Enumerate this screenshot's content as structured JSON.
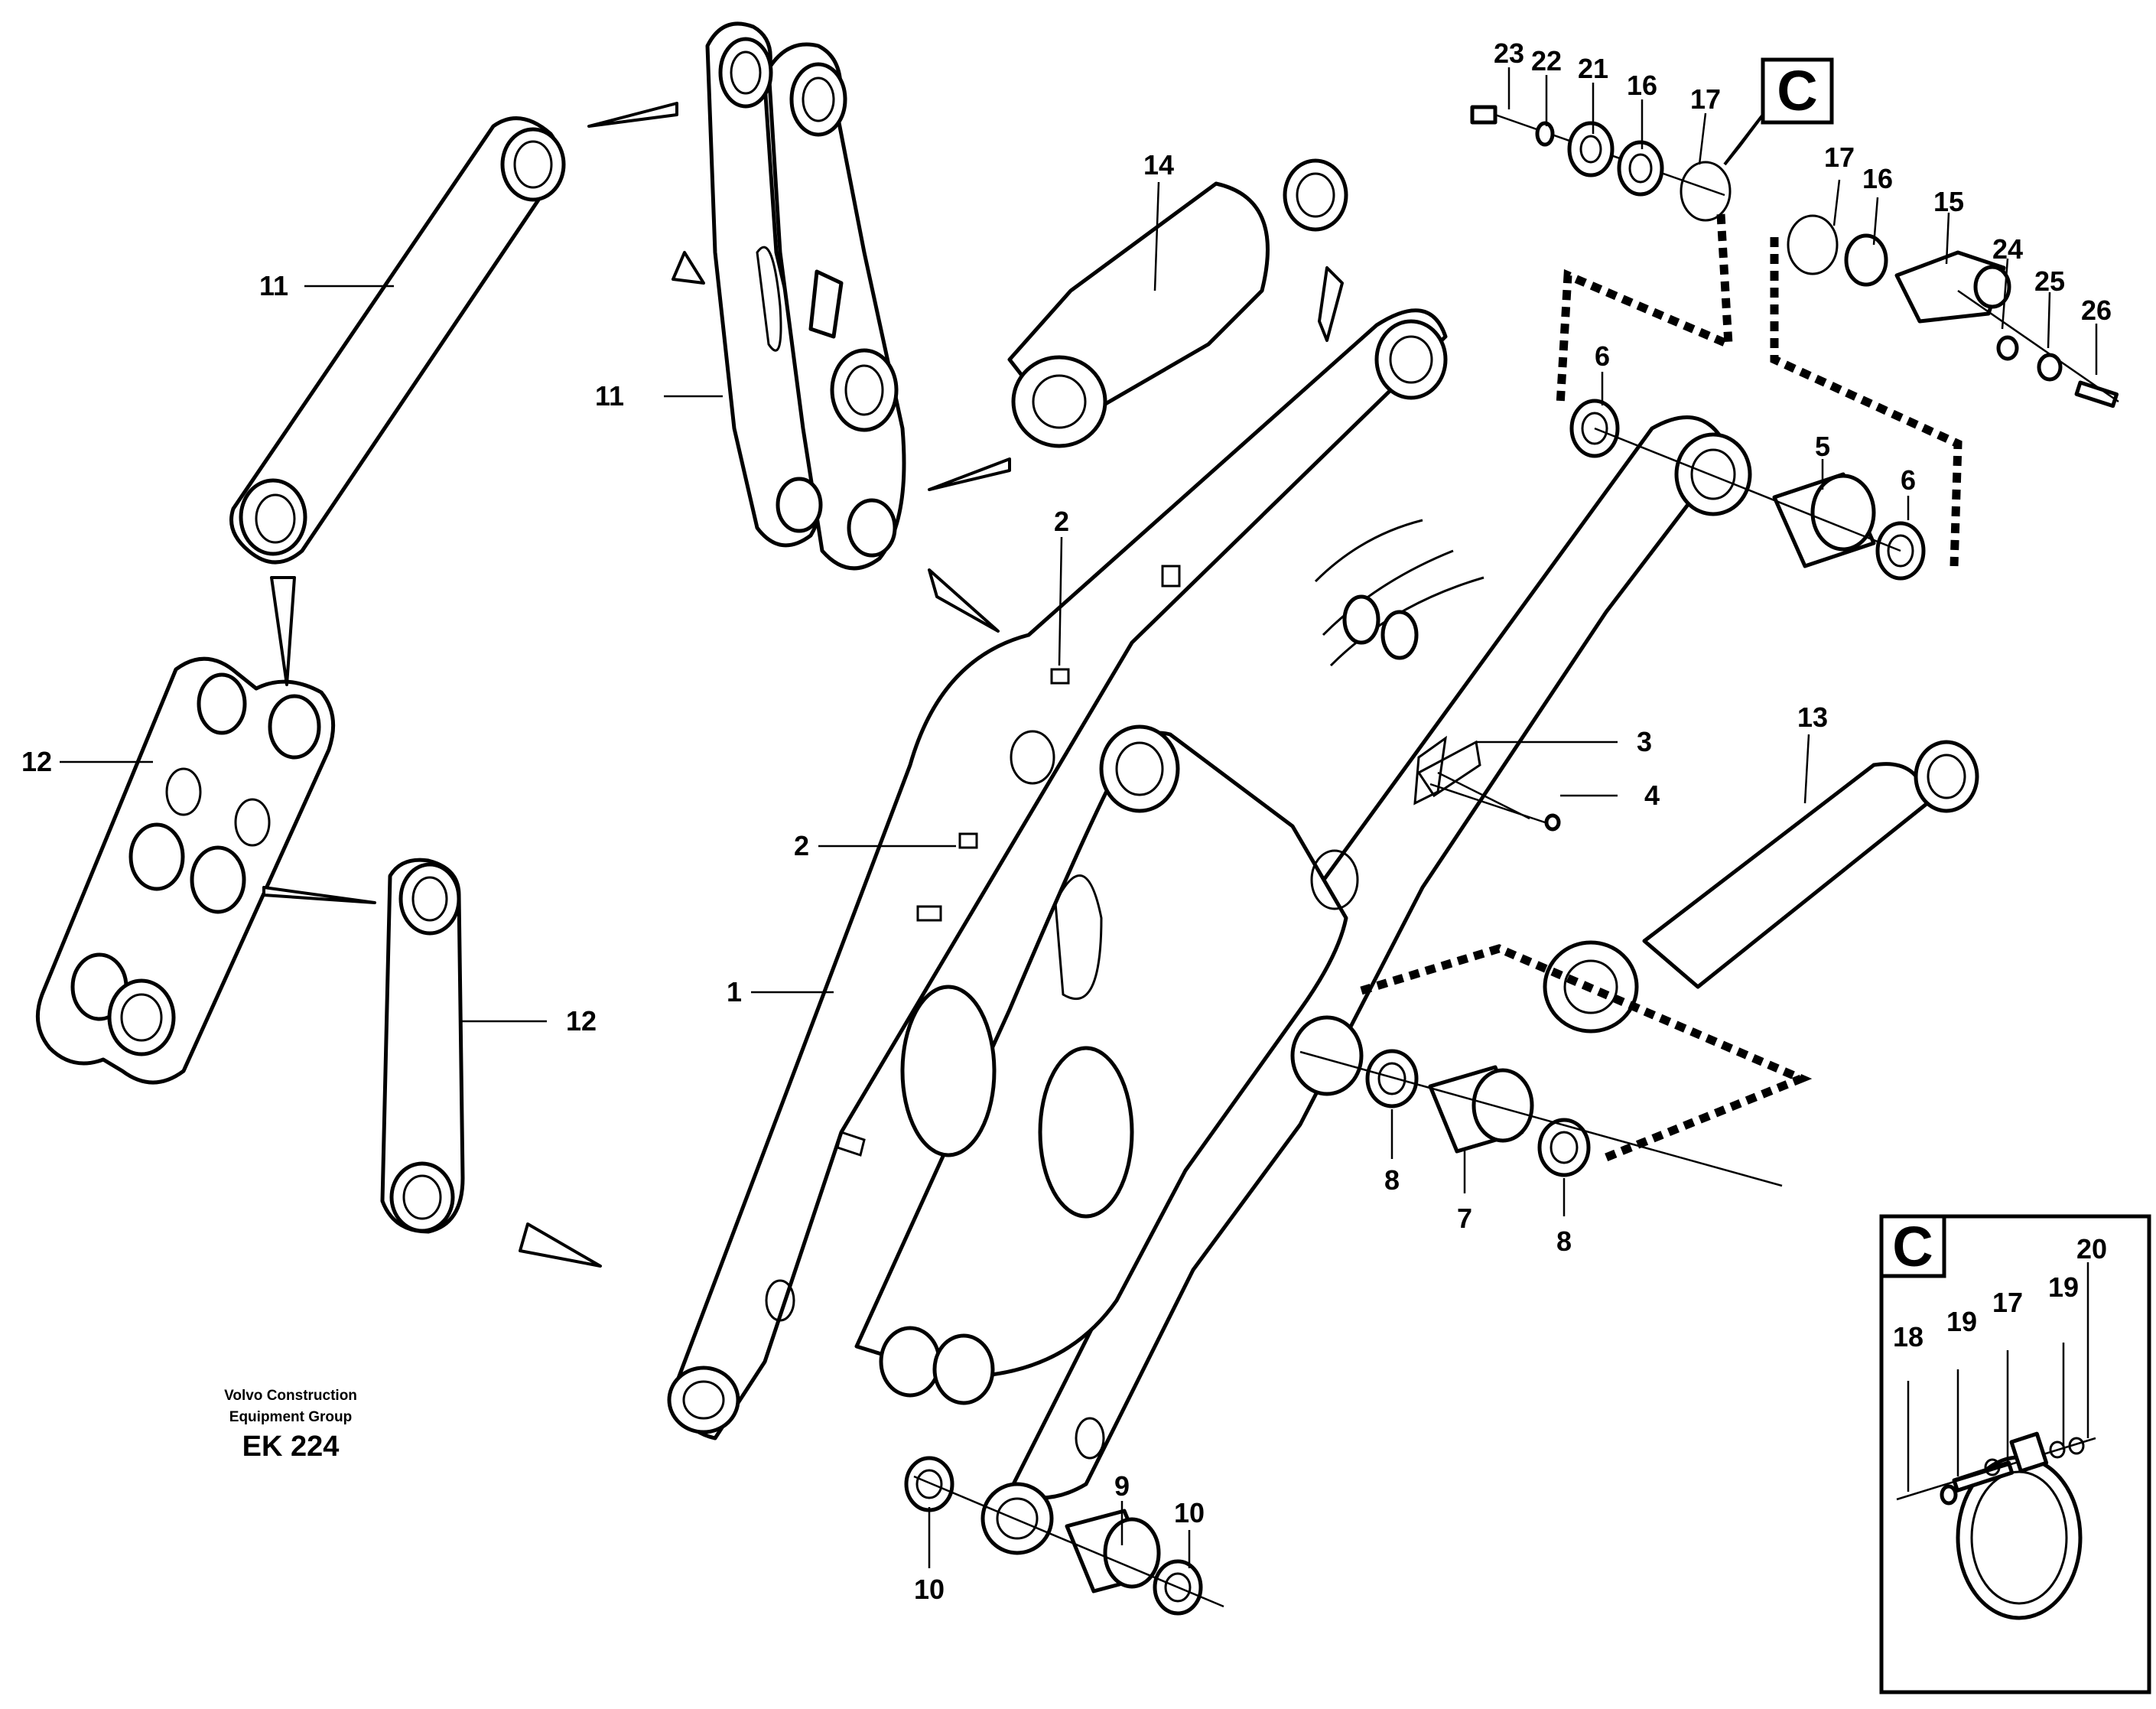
{
  "detail_marker": {
    "letter": "C"
  },
  "detail_box": {
    "letter": "C"
  },
  "footer": {
    "company_line1": "Volvo Construction",
    "company_line2": "Equipment Group",
    "code": "EK 224"
  },
  "callouts": [
    {
      "n": "23"
    },
    {
      "n": "22"
    },
    {
      "n": "21"
    },
    {
      "n": "16"
    },
    {
      "n": "17"
    },
    {
      "n": "17"
    },
    {
      "n": "16"
    },
    {
      "n": "15"
    },
    {
      "n": "24"
    },
    {
      "n": "25"
    },
    {
      "n": "26"
    },
    {
      "n": "14"
    },
    {
      "n": "11"
    },
    {
      "n": "11"
    },
    {
      "n": "6"
    },
    {
      "n": "5"
    },
    {
      "n": "6"
    },
    {
      "n": "2"
    },
    {
      "n": "2"
    },
    {
      "n": "12"
    },
    {
      "n": "12"
    },
    {
      "n": "1"
    },
    {
      "n": "3"
    },
    {
      "n": "4"
    },
    {
      "n": "13"
    },
    {
      "n": "8"
    },
    {
      "n": "7"
    },
    {
      "n": "8"
    },
    {
      "n": "9"
    },
    {
      "n": "10"
    },
    {
      "n": "10"
    },
    {
      "n": "20"
    },
    {
      "n": "19"
    },
    {
      "n": "17"
    },
    {
      "n": "19"
    },
    {
      "n": "18"
    }
  ]
}
